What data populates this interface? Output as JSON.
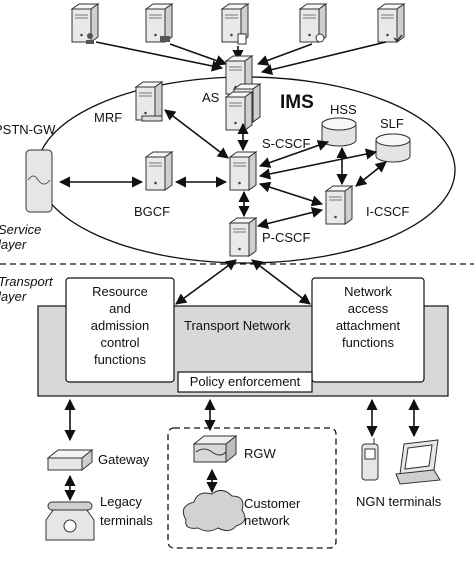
{
  "title": "IMS",
  "layers": {
    "service": "Service layer",
    "transport": "Transport layer"
  },
  "nodes": {
    "as": "AS",
    "mrf": "MRF",
    "hss": "HSS",
    "slf": "SLF",
    "pstn_gw": "PSTN-GW",
    "s_cscf": "S-CSCF",
    "bgcf": "BGCF",
    "i_cscf": "I-CSCF",
    "p_cscf": "P-CSCF"
  },
  "transport": {
    "resource_control": [
      "Resource",
      "and",
      "admission",
      "control",
      "functions"
    ],
    "transport_network": "Transport Network",
    "network_attachment": [
      "Network",
      "access",
      "attachment",
      "functions"
    ],
    "policy_enforcement": "Policy enforcement"
  },
  "access": {
    "gateway": "Gateway",
    "legacy_terminals": [
      "Legacy",
      "terminals"
    ],
    "rgw": "RGW",
    "customer_network": [
      "Customer",
      "network"
    ],
    "ngn_terminals": "NGN terminals"
  }
}
